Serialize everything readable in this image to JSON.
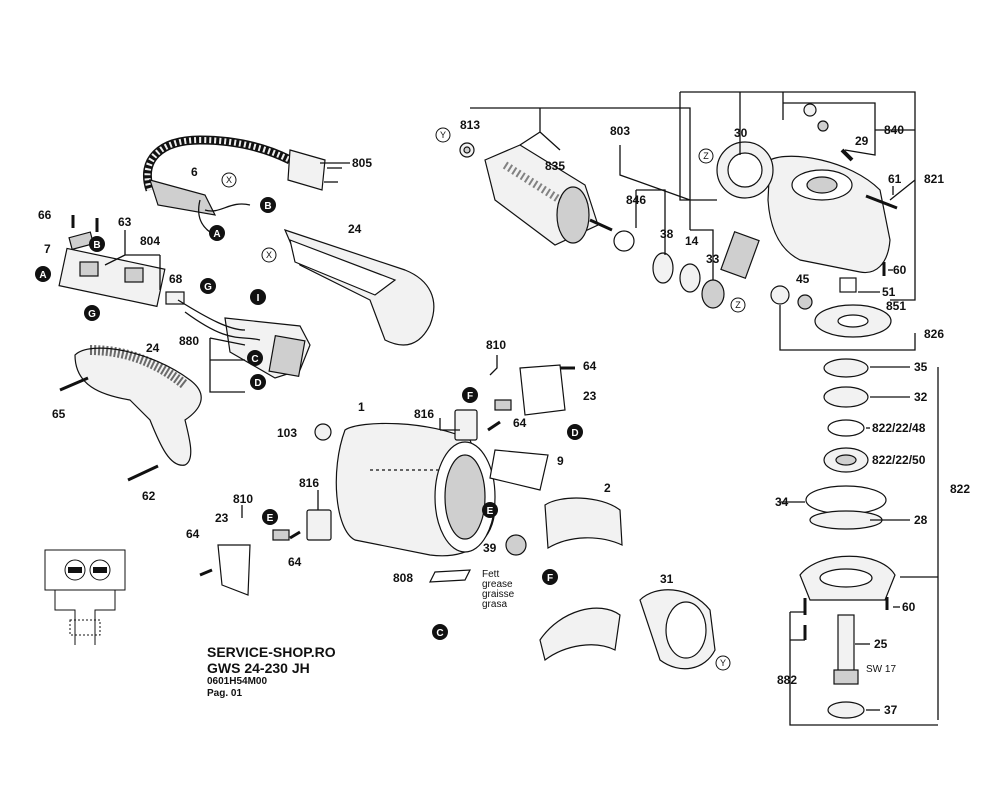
{
  "footer": {
    "shop": "SERVICE-SHOP.RO",
    "model": "GWS 24-230 JH",
    "code": "0601H54M00",
    "page": "Pag. 01"
  },
  "grease_note": [
    "Fett",
    "grease",
    "graisse",
    "grasa"
  ],
  "wrench_note": "SW 17",
  "part_numbers": {
    "p805": "805",
    "p6": "6",
    "p66": "66",
    "p63": "63",
    "p7": "7",
    "p804": "804",
    "p68": "68",
    "p24a": "24",
    "p24b": "24",
    "p880": "880",
    "p65": "65",
    "p62": "62",
    "p810a": "810",
    "p810b": "810",
    "p64a": "64",
    "p64b": "64",
    "p64c": "64",
    "p64d": "64",
    "p23a": "23",
    "p23b": "23",
    "p816a": "816",
    "p816b": "816",
    "p103": "103",
    "p1": "1",
    "p9": "9",
    "p2": "2",
    "p39": "39",
    "p808": "808",
    "p31": "31",
    "p813": "813",
    "p803": "803",
    "p835": "835",
    "p846": "846",
    "p38": "38",
    "p14": "14",
    "p33": "33",
    "p30": "30",
    "p29": "29",
    "p840": "840",
    "p821": "821",
    "p61": "61",
    "p60a": "60",
    "p45": "45",
    "p51": "51",
    "p851": "851",
    "p826": "826",
    "p35": "35",
    "p32": "32",
    "p822_48": "822/22/48",
    "p822_50": "822/22/50",
    "p822": "822",
    "p34": "34",
    "p28": "28",
    "p60b": "60",
    "p25": "25",
    "p882": "882",
    "p37": "37"
  },
  "callouts": {
    "A": "A",
    "B": "B",
    "C": "C",
    "D": "D",
    "E": "E",
    "F": "F",
    "G": "G",
    "I": "I",
    "X": "X",
    "Y": "Y",
    "Z": "Z"
  }
}
